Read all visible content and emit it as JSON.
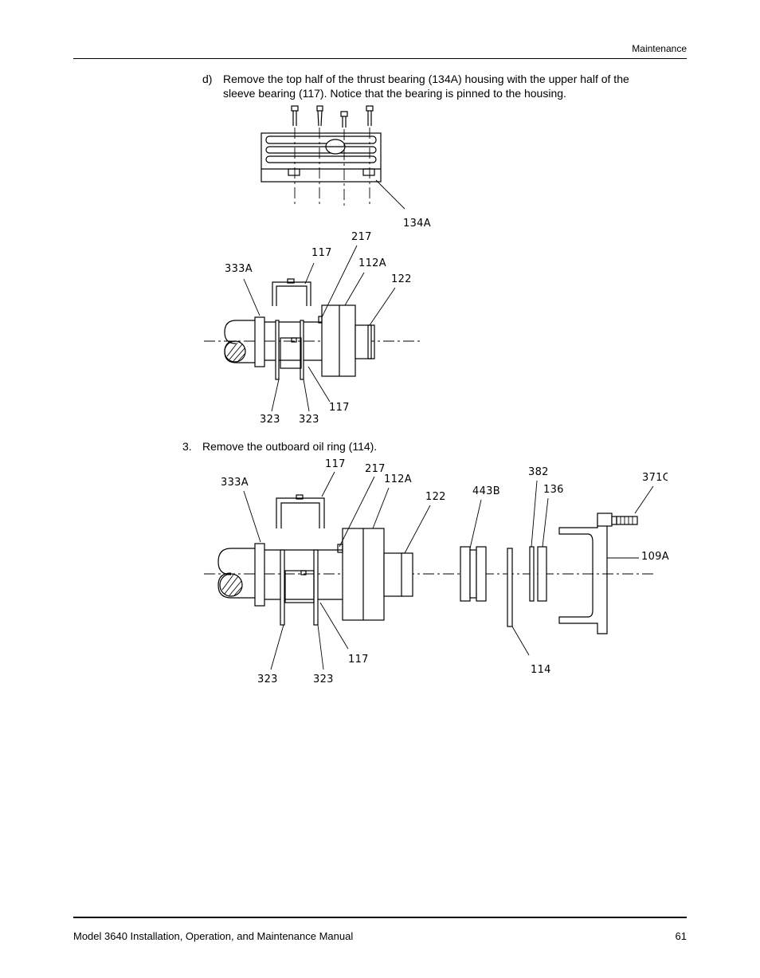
{
  "header": {
    "section": "Maintenance"
  },
  "steps": {
    "d": {
      "marker": "d)",
      "text_line1": "Remove the top half of the thrust bearing (134A) housing with the upper half of the",
      "text_line2": "sleeve bearing (117). Notice that the bearing is pinned to the housing."
    },
    "s3": {
      "marker": "3.",
      "text": "Remove the outboard oil ring (114)."
    }
  },
  "figure1": {
    "callouts": {
      "c134a": "134A",
      "c217": "217",
      "c117_top": "117",
      "c112a": "112A",
      "c333a": "333A",
      "c122": "122",
      "c117_bottom": "117",
      "c323_left": "323",
      "c323_right": "323"
    }
  },
  "figure2": {
    "callouts": {
      "c117_top": "117",
      "c217": "217",
      "c112a": "112A",
      "c333a": "333A",
      "c122": "122",
      "c443b": "443B",
      "c382": "382",
      "c136": "136",
      "c371c": "371C",
      "c109a": "109A",
      "c117_bottom": "117",
      "c114": "114",
      "c323_left": "323",
      "c323_right": "323"
    }
  },
  "footer": {
    "manual_title": "Model 3640 Installation, Operation, and Maintenance Manual",
    "page_number": "61"
  }
}
